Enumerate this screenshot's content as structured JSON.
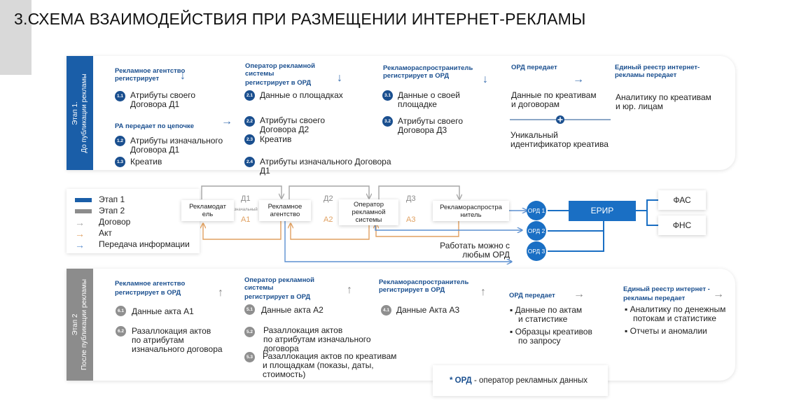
{
  "page_title": "3.СХЕМА ВЗАИМОДЕЙСТВИЯ ПРИ РАЗМЕЩЕНИИ ИНТЕРНЕТ-РЕКЛАМЫ",
  "stage1": {
    "side_line1": "Этап 1.",
    "side_line2": "До публикации рекламы",
    "col1": {
      "head_1": "Рекламное агентство",
      "head_2": "регистрирует",
      "items": [
        {
          "num": "1.1",
          "l1": "Атрибуты своего",
          "l2": "Договора Д1"
        }
      ],
      "sub_head": "РА передает по цепочке",
      "sub_items": [
        {
          "num": "1.2",
          "l1": "Атрибуты изначального",
          "l2": "Договора Д1"
        },
        {
          "num": "1.3",
          "l1": "Креатив",
          "l2": ""
        }
      ]
    },
    "col2": {
      "head_1": "Оператор рекламной",
      "head_2": "системы",
      "head_3": "регистрирует в ОРД",
      "items": [
        {
          "num": "2.1",
          "l1": "Данные о площадках",
          "l2": ""
        },
        {
          "num": "2.2",
          "l1": "Атрибуты своего",
          "l2": "Договора Д2"
        },
        {
          "num": "2.3",
          "l1": "Креатив",
          "l2": ""
        },
        {
          "num": "2.4",
          "l1": "Атрибуты изначального Договора",
          "l2": "Д1"
        }
      ]
    },
    "col3": {
      "head_1": "Рекламораспространитель",
      "head_2": "регистрирует в ОРД",
      "items": [
        {
          "num": "3.1",
          "l1": "Данные о своей",
          "l2": "площадке"
        },
        {
          "num": "3.2",
          "l1": "Атрибуты своего",
          "l2": "Договора Д3"
        }
      ]
    },
    "col4": {
      "head": "ОРД передает",
      "l1": "Данные по креативам",
      "l2": "и договорам",
      "l3": "Уникальный",
      "l4": "идентификатор креатива"
    },
    "col5": {
      "head_1": "Единый реестр интернет-",
      "head_2": "рекламы передает",
      "l1": "Аналитику по креативам",
      "l2": "и юр. лицам"
    }
  },
  "legend": {
    "stage1": "Этап 1",
    "stage2": "Этап 2",
    "contract": "Договор",
    "act": "Акт",
    "transfer": "Передача информации"
  },
  "flow": {
    "advertiser_1": "Рекламодат",
    "advertiser_2": "ель",
    "agency_1": "Рекламное",
    "agency_2": "агентство",
    "operator_1": "Оператор",
    "operator_2": "рекламной",
    "operator_3": "системы",
    "distributor_1": "Рекламораспростра",
    "distributor_2": "нитель",
    "d1": "Д1",
    "d1_sub": "изначальный",
    "d2": "Д2",
    "d3": "Д3",
    "a1": "А1",
    "a2": "А2",
    "a3": "А3",
    "ord1": "ОРД 1",
    "ord2": "ОРД 2",
    "ord3": "ОРД 3",
    "erir": "ЕРИР",
    "fas": "ФАС",
    "fns": "ФНС",
    "note_1": "Работать можно с",
    "note_2": "любым ОРД"
  },
  "stage2": {
    "side_line1": "Этап 2",
    "side_line2": "После публикации рекламы",
    "col1": {
      "head_1": "Рекламное агентство",
      "head_2": "регистрирует в ОРД",
      "items": [
        {
          "num": "6.1",
          "l1": "Данные акта А1",
          "l2": "",
          "l3": ""
        },
        {
          "num": "6.2",
          "l1": "Разаллокация актов",
          "l2": "по атрибутам",
          "l3": "изначального договора"
        }
      ]
    },
    "col2": {
      "head_1": "Оператор рекламной",
      "head_2": "системы",
      "head_3": "регистрирует в ОРД",
      "items": [
        {
          "num": "5.1",
          "l1": "Данные акта А2",
          "l2": "",
          "l3": ""
        },
        {
          "num": "5.2",
          "l1": "Разаллокация актов",
          "l2": "по атрибутам изначального",
          "l3": "договора"
        },
        {
          "num": "5.3",
          "l1": "Разаллокация актов по креативам",
          "l2": "и площадкам (показы, даты,",
          "l3": "стоимость)"
        }
      ]
    },
    "col3": {
      "head_1": "Рекламораспространитель",
      "head_2": "регистрирует в ОРД",
      "items": [
        {
          "num": "4.1",
          "l1": "Данные Акта А3",
          "l2": "",
          "l3": ""
        }
      ]
    },
    "col4": {
      "head": "ОРД передает",
      "b1_l1": "Данные по актам",
      "b1_l2": "и статистике",
      "b2_l1": "Образцы креативов",
      "b2_l2": "по запросу"
    },
    "col5": {
      "head_1": "Единый реестр интернет -",
      "head_2": "рекламы передает",
      "b1_l1": "Аналитику по денежным",
      "b1_l2": "потокам и статистике",
      "b2_l1": "Отчеты и аномалии"
    }
  },
  "footnote": {
    "bold": "* ОРД",
    "rest": " - оператор рекламных данных"
  },
  "colors": {
    "stage1": "#1a5ea8",
    "stage2": "#8c8c8c",
    "contract": "#a6a6a6",
    "act": "#e0a060",
    "transfer": "#5b8fd0",
    "erir": "#1a6fc4"
  },
  "icons": {
    "arrow_down": "arrow-down-icon",
    "arrow_right": "arrow-right-icon",
    "arrow_up": "arrow-up-icon",
    "plus": "plus-icon"
  }
}
